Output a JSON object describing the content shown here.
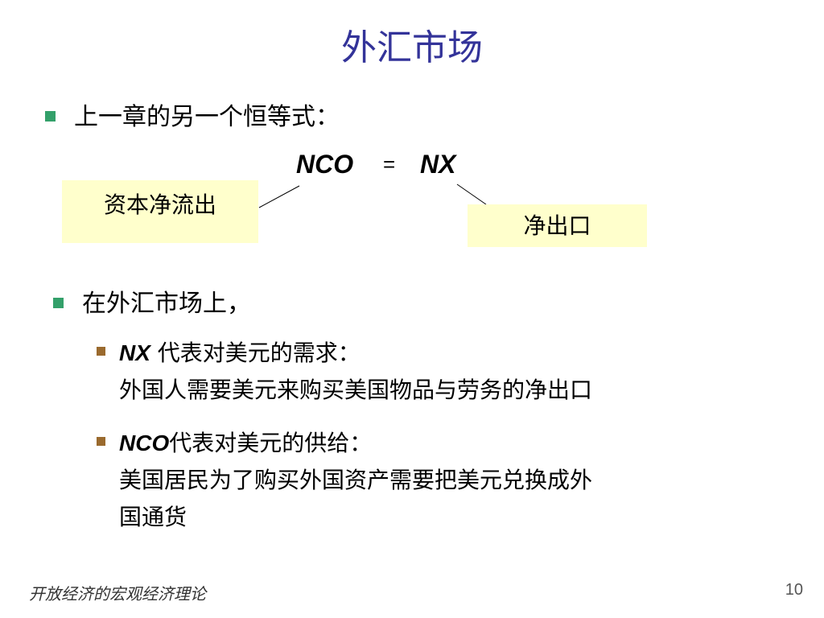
{
  "title": "外汇市场",
  "bullets": [
    {
      "text": "上一章的另一个恒等式："
    },
    {
      "text": "在外汇市场上，"
    }
  ],
  "equation": {
    "lhs": "NCO",
    "operator": "=",
    "rhs": "NX"
  },
  "callouts": {
    "left": "资本净流出",
    "right": "净出口"
  },
  "sub_bullets": [
    {
      "term": "NX",
      "line1": " 代表对美元的需求：",
      "line2": "外国人需要美元来购买美国物品与劳务的净出口"
    },
    {
      "term": "NCO",
      "line1": "代表对美元的供给：",
      "line2": "美国居民为了购买外国资产需要把美元兑换成外",
      "line3": "国通货"
    }
  ],
  "footer": "开放经济的宏观经济理论",
  "page_number": "10",
  "colors": {
    "title": "#333399",
    "bullet_level1": "#33a06a",
    "bullet_level2": "#9a6a2e",
    "callout_background": "#ffffcc"
  }
}
